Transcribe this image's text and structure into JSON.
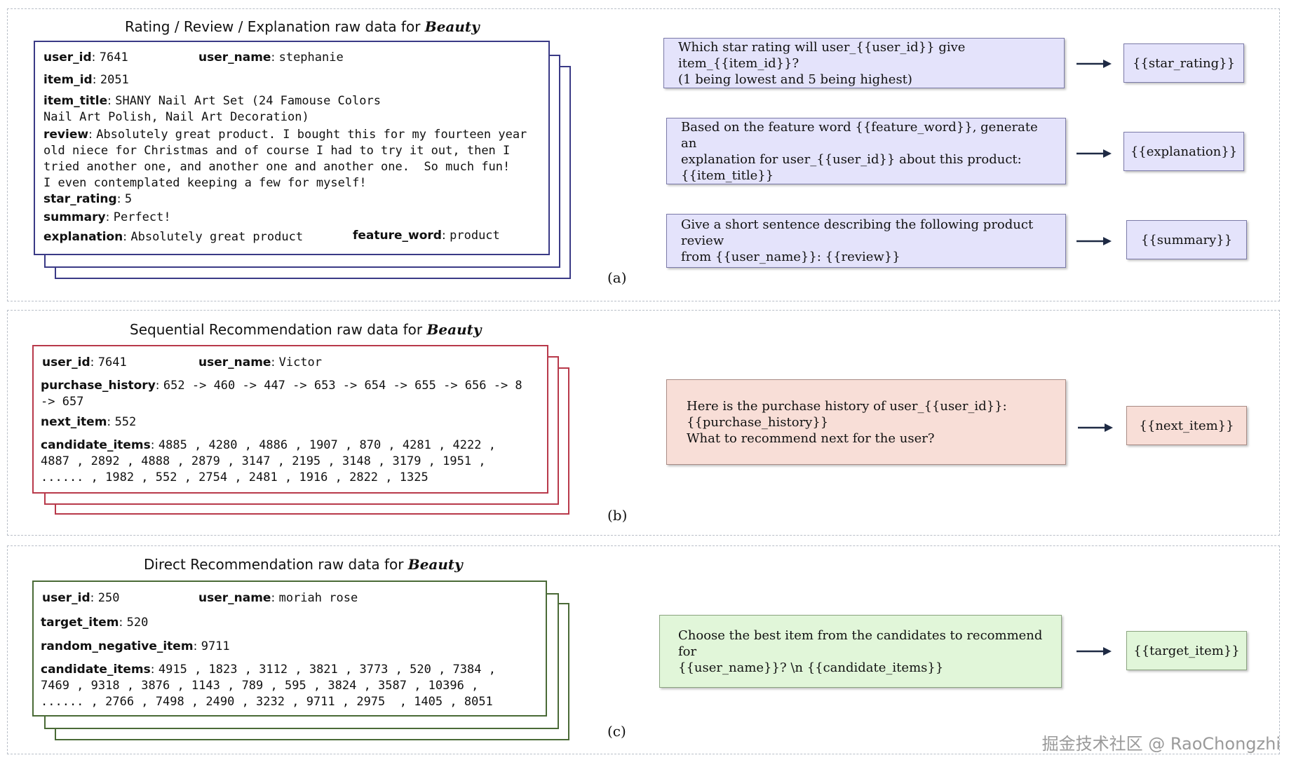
{
  "panel_a": {
    "title_prefix": "Rating / Review / Explanation raw data for ",
    "title_dataset": "Beauty",
    "label": "(a)",
    "record": {
      "user_id_key": "user_id",
      "user_id_val": "7641",
      "user_name_key": "user_name",
      "user_name_val": "stephanie",
      "item_id_key": "item_id",
      "item_id_val": "2051",
      "item_title_key": "item_title",
      "item_title_line1": "SHANY Nail Art Set (24 Famouse Colors",
      "item_title_line2": "Nail Art Polish, Nail Art Decoration)",
      "review_key": "review",
      "review_line1": "Absolutely great product. I bought this for my fourteen year",
      "review_line2": "old niece for Christmas and of course I had to try it out, then I",
      "review_line3": "tried another one, and another one and another one.  So much fun!",
      "review_line4": "I even contemplated keeping a few for myself!",
      "star_rating_key": "star_rating",
      "star_rating_val": "5",
      "summary_key": "summary",
      "summary_val": "Perfect!",
      "explanation_key": "explanation",
      "explanation_val": "Absolutely great product",
      "feature_word_key": "feature_word",
      "feature_word_val": "product"
    },
    "prompts": [
      {
        "text_line1": "Which star rating will user_{{user_id}} give item_{{item_id}}?",
        "text_line2": "(1 being lowest and 5 being highest)",
        "text_line3": "",
        "target": "{{star_rating}}"
      },
      {
        "text_line1": "Based on the feature word {{feature_word}}, generate an",
        "text_line2": "explanation for user_{{user_id}} about this product:",
        "text_line3": "{{item_title}}",
        "target": "{{explanation}}"
      },
      {
        "text_line1": "Give a short sentence describing the following product review",
        "text_line2": "from {{user_name}}: {{review}}",
        "text_line3": "",
        "target": "{{summary}}"
      }
    ]
  },
  "panel_b": {
    "title_prefix": "Sequential Recommendation raw data for ",
    "title_dataset": "Beauty",
    "label": "(b)",
    "record": {
      "user_id_key": "user_id",
      "user_id_val": "7641",
      "user_name_key": "user_name",
      "user_name_val": "Victor",
      "purchase_history_key": "purchase_history",
      "purchase_history_line1": "652 -> 460 -> 447 -> 653 -> 654 -> 655 -> 656 -> 8",
      "purchase_history_line2": "-> 657",
      "next_item_key": "next_item",
      "next_item_val": "552",
      "candidate_items_key": "candidate_items",
      "candidate_line1": "4885 , 4280 , 4886 , 1907 , 870 , 4281 , 4222 ,",
      "candidate_line2": "4887 , 2892 , 4888 , 2879 , 3147 , 2195 , 3148 , 3179 , 1951 ,",
      "candidate_line3": "...... , 1982 , 552 , 2754 , 2481 , 1916 , 2822 , 1325"
    },
    "prompt": {
      "text_line1": "Here is the purchase history of user_{{user_id}}:",
      "text_line2": "{{purchase_history}}",
      "text_line3": "What to recommend next for the user?",
      "target": "{{next_item}}"
    }
  },
  "panel_c": {
    "title_prefix": "Direct Recommendation raw data for ",
    "title_dataset": "Beauty",
    "label": "(c)",
    "record": {
      "user_id_key": "user_id",
      "user_id_val": "250",
      "user_name_key": "user_name",
      "user_name_val": "moriah rose",
      "target_item_key": "target_item",
      "target_item_val": "520",
      "random_negative_item_key": "random_negative_item",
      "random_negative_item_val": "9711",
      "candidate_items_key": "candidate_items",
      "candidate_line1": "4915 , 1823 , 3112 , 3821 , 3773 , 520 , 7384 ,",
      "candidate_line2": "7469 , 9318 , 3876 , 1143 , 789 , 595 , 3824 , 3587 , 10396 ,",
      "candidate_line3": "...... , 2766 , 7498 , 2490 , 3232 , 9711 , 2975  , 1405 , 8051"
    },
    "prompt": {
      "text_line1": "Choose the best item from the candidates to recommend for",
      "text_line2": "{{user_name}}? \\n {{candidate_items}}",
      "target": "{{target_item}}"
    }
  },
  "watermark": "掘金技术社区 @ RaoChongzhi",
  "colors": {
    "purple_fill": "#e4e3fb",
    "red_fill": "#f8ded7",
    "green_fill": "#e1f6d9",
    "purple_border": "#3a3a86",
    "red_border": "#b8394a",
    "green_border": "#4a6a36"
  }
}
